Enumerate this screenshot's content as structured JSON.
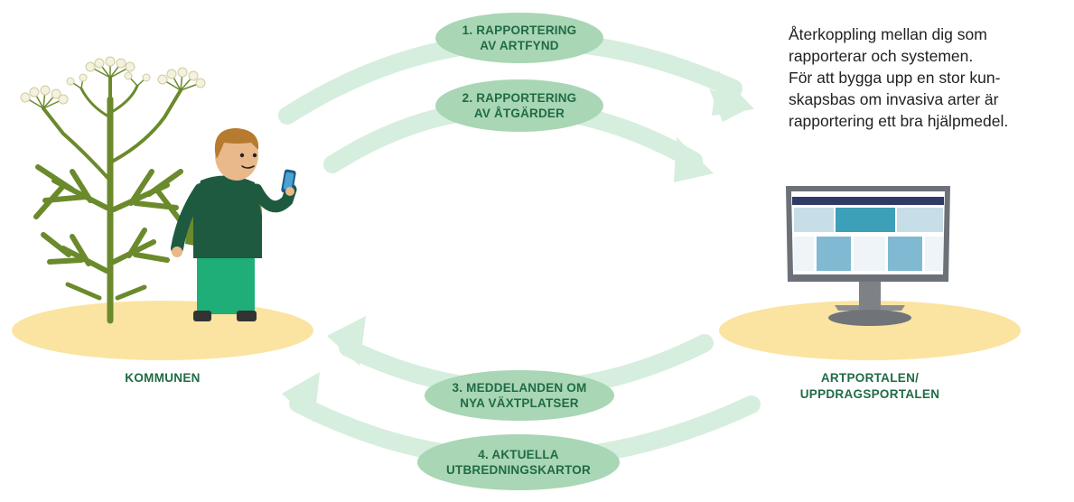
{
  "steps": [
    {
      "line1": "1. RAPPORTERING",
      "line2": "AV ARTFYND"
    },
    {
      "line1": "2. RAPPORTERING",
      "line2": "AV ÅTGÄRDER"
    },
    {
      "line1": "3. MEDDELANDEN OM",
      "line2": "NYA VÄXTPLATSER"
    },
    {
      "line1": "4. AKTUELLA",
      "line2": "UTBREDNINGSKARTOR"
    }
  ],
  "left_label": "KOMMUNEN",
  "right_label": {
    "line1": "ARTPORTALEN/",
    "line2": "UPPDRAGSPORTALEN"
  },
  "description": [
    "Återkoppling mellan dig som",
    "rapporterar och systemen.",
    "För att bygga upp en stor kun-",
    "skapsbas om invasiva arter är",
    "rapportering ett bra hjälpmedel."
  ],
  "colors": {
    "arrow": "#d6eedd",
    "pill": "#a9d6b5",
    "text_green": "#1f6b45",
    "ground": "#fbe4a1",
    "plant": "#6b8a2c",
    "jacket": "#1e5a3f",
    "pants": "#1fae78"
  }
}
